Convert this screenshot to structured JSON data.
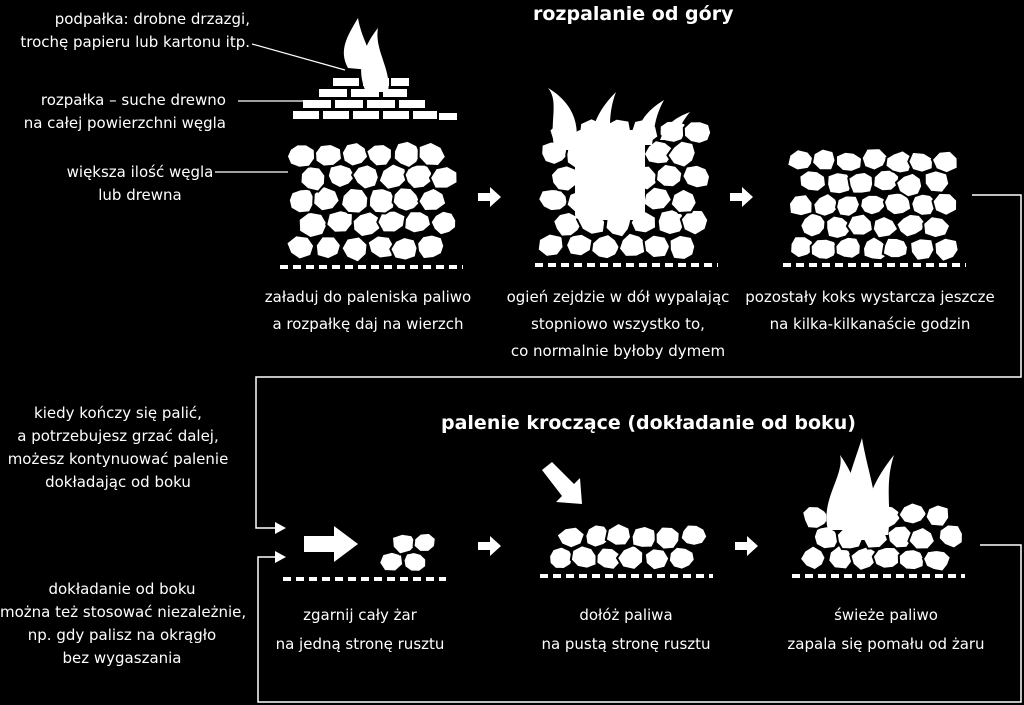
{
  "colors": {
    "background": "#000000",
    "foreground": "#ffffff"
  },
  "top_section": {
    "title": "rozpalanie od góry",
    "labels": {
      "kindling": [
        "podpałka: drobne drzazgi,",
        "trochę papieru lub kartonu itp."
      ],
      "firewood": [
        "rozpałka – suche drewno",
        "na całej powierzchni węgla"
      ],
      "fuel": [
        "większa ilość węgla",
        "lub drewna"
      ]
    },
    "steps": [
      {
        "caption": [
          "załaduj do paleniska paliwo",
          "a rozpałkę daj na wierzch"
        ]
      },
      {
        "caption": [
          "ogień zejdzie w dół wypalając",
          "stopniowo wszystko to,",
          "co normalnie byłoby dymem"
        ]
      },
      {
        "caption": [
          "pozostały koks wystarcza jeszcze",
          "na kilka-kilkanaście godzin"
        ]
      }
    ]
  },
  "bottom_section": {
    "title": "palenie kroczące (dokładanie od boku)",
    "notes": {
      "continue": [
        "kiedy kończy się palić,",
        "a potrzebujesz grzać dalej,",
        "możesz kontynuować palenie",
        "dokładając od boku"
      ],
      "independent": [
        "dokładanie od boku",
        "można też stosować niezależnie,",
        "np. gdy palisz na okrągło",
        "bez wygaszania"
      ]
    },
    "steps": [
      {
        "caption": [
          "zgarnij cały żar",
          "na jedną stronę rusztu"
        ]
      },
      {
        "caption": [
          "dołóż paliwa",
          "na pustą stronę rusztu"
        ]
      },
      {
        "caption": [
          "świeże paliwo",
          "zapala się pomału od żaru"
        ]
      }
    ]
  }
}
